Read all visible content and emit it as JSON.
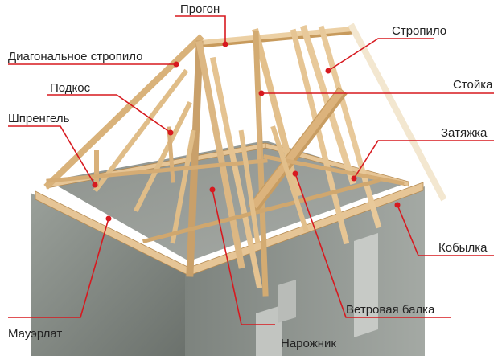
{
  "labels": {
    "progon": "Прогон",
    "stropilo": "Стропило",
    "diagonal": "Диагональное стропило",
    "stoika": "Стойка",
    "podkos": "Подкос",
    "shprengel": "Шпренгель",
    "zatyazhka": "Затяжка",
    "kobylka": "Кобылка",
    "vetrovaya": "Ветровая балка",
    "mauerlat": "Мауэрлат",
    "narozhnik": "Нарожник"
  },
  "colors": {
    "leader": "#d7191f",
    "wood": "#e8c99a",
    "wood_dark": "#c79a5c",
    "wall": "#8e948f",
    "wall_dark": "#6f7570",
    "wall_light": "#a9aea9"
  }
}
